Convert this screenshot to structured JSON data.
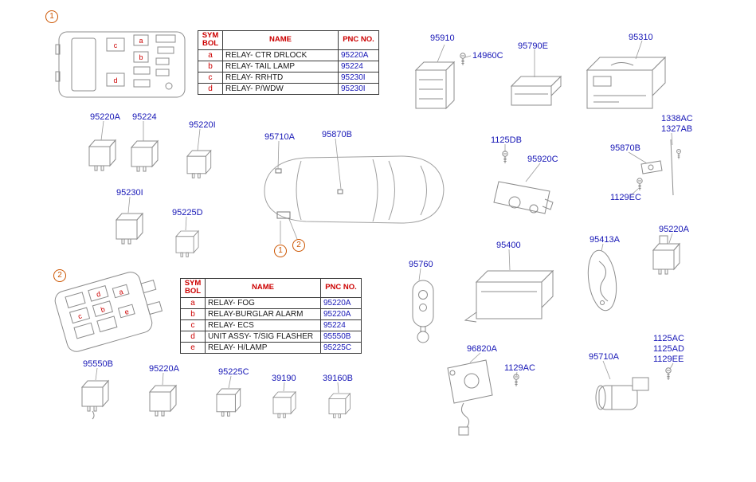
{
  "colors": {
    "label_blue": "#1616b6",
    "table_red": "#cc0000",
    "callout_orange": "#cc5500",
    "line_gray": "#8c8c8c"
  },
  "callouts": {
    "one": "1",
    "two": "2"
  },
  "letters": {
    "a": "a",
    "b": "b",
    "c": "c",
    "d": "d",
    "e": "e"
  },
  "tables": {
    "t1": {
      "headers": {
        "sym": "SYM BOL",
        "name": "NAME",
        "pnc": "PNC NO."
      },
      "rows": [
        {
          "sym": "a",
          "name": "RELAY- CTR DRLOCK",
          "pnc": "95220A"
        },
        {
          "sym": "b",
          "name": "RELAY- TAIL LAMP",
          "pnc": "95224"
        },
        {
          "sym": "c",
          "name": "RELAY- RRHTD",
          "pnc": "95230I"
        },
        {
          "sym": "d",
          "name": "RELAY- P/WDW",
          "pnc": "95230I"
        }
      ]
    },
    "t2": {
      "headers": {
        "sym": "SYM BOL",
        "name": "NAME",
        "pnc": "PNC NO."
      },
      "rows": [
        {
          "sym": "a",
          "name": "RELAY- FOG",
          "pnc": "95220A"
        },
        {
          "sym": "b",
          "name": "RELAY-BURGLAR ALARM",
          "pnc": "95220A"
        },
        {
          "sym": "c",
          "name": "RELAY- ECS",
          "pnc": "95224"
        },
        {
          "sym": "d",
          "name": "UNIT ASSY- T/SIG FLASHER",
          "pnc": "95550B"
        },
        {
          "sym": "e",
          "name": "RELAY- H/LAMP",
          "pnc": "95225C"
        }
      ]
    }
  },
  "parts": {
    "p95910": "95910",
    "p14960C": "14960C",
    "p95790E": "95790E",
    "p95310": "95310",
    "p95220A_1": "95220A",
    "p95224_1": "95224",
    "p95220I": "95220I",
    "p95710A_1": "95710A",
    "p95870B_1": "95870B",
    "p1125DB": "1125DB",
    "p95920C": "95920C",
    "p1338AC": "1338AC",
    "p1327AB": "1327AB",
    "p95870B_2": "95870B",
    "p1129EC": "1129EC",
    "p95230I": "95230I",
    "p95225D": "95225D",
    "p95400": "95400",
    "p95413A": "95413A",
    "p95220A_2": "95220A",
    "p95760": "95760",
    "p95550B": "95550B",
    "p95220A_3": "95220A",
    "p95225C": "95225C",
    "p39190": "39190",
    "p39160B": "39160B",
    "p96820A": "96820A",
    "p1129AC": "1129AC",
    "p95710A_2": "95710A",
    "p1125AC": "1125AC",
    "p1125AD": "1125AD",
    "p1129EE": "1129EE"
  }
}
